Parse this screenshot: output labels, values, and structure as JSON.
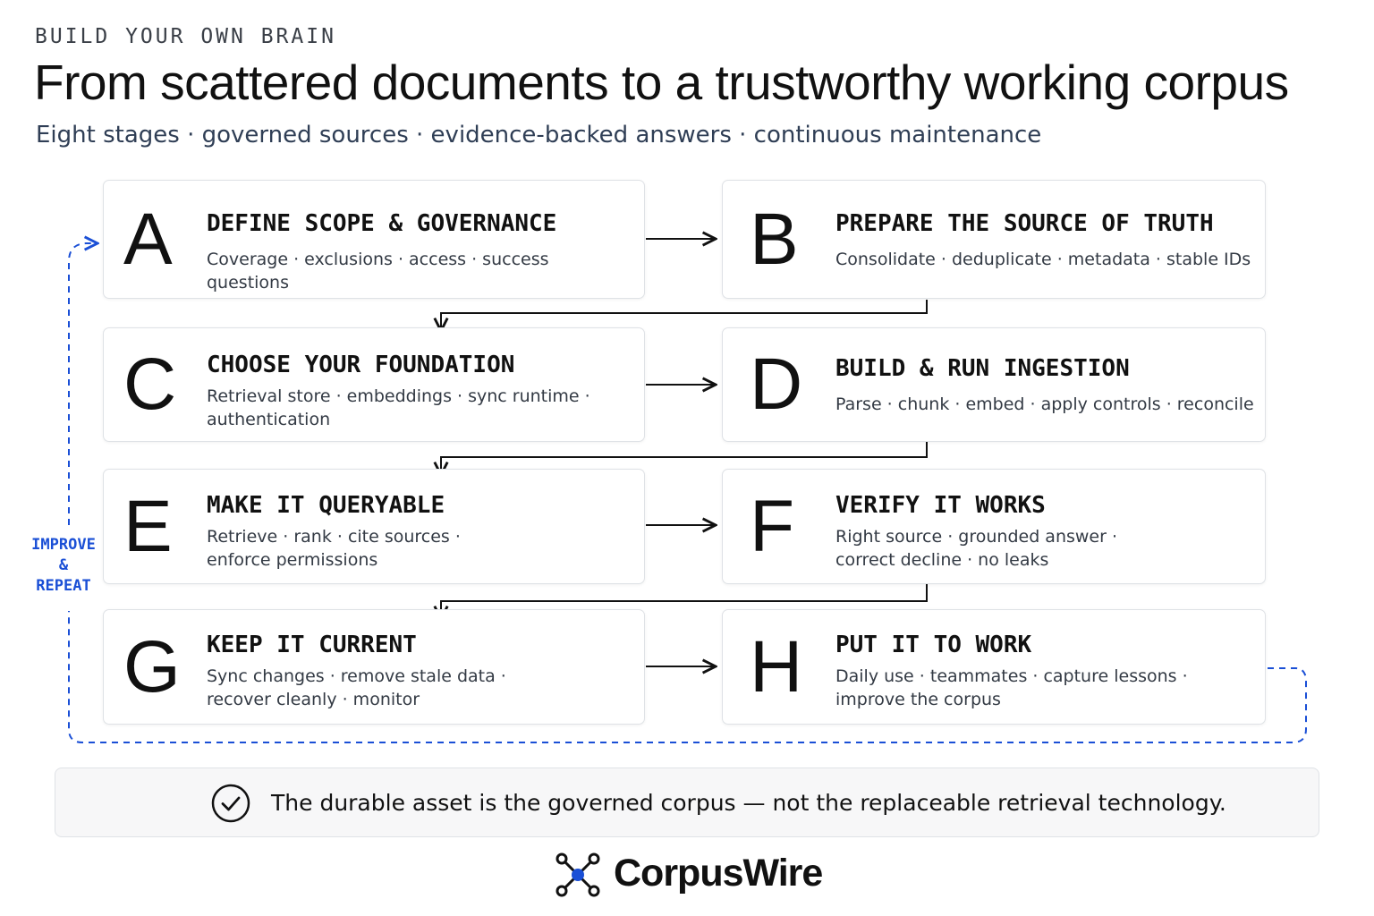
{
  "header": {
    "eyebrow": "BUILD YOUR OWN BRAIN",
    "title": "From scattered documents to a trustworthy working corpus",
    "subtitle": "Eight stages · governed sources · evidence-backed answers · continuous maintenance"
  },
  "stages": [
    {
      "letter": "A",
      "title": "DEFINE SCOPE & GOVERNANCE",
      "desc": "Coverage · exclusions · access · success questions"
    },
    {
      "letter": "B",
      "title": "PREPARE THE SOURCE OF TRUTH",
      "desc": "Consolidate · deduplicate · metadata · stable IDs"
    },
    {
      "letter": "C",
      "title": "CHOOSE YOUR FOUNDATION",
      "desc": "Retrieval store · embeddings · sync runtime · authentication"
    },
    {
      "letter": "D",
      "title": "BUILD & RUN INGESTION",
      "desc": "Parse · chunk · embed · apply controls · reconcile"
    },
    {
      "letter": "E",
      "title": "MAKE IT QUERYABLE",
      "desc": "Retrieve · rank · cite sources · enforce permissions"
    },
    {
      "letter": "F",
      "title": "VERIFY IT WORKS",
      "desc": "Right source · grounded answer · correct decline · no leaks"
    },
    {
      "letter": "G",
      "title": "KEEP IT CURRENT",
      "desc": "Sync changes · remove stale data · recover cleanly · monitor"
    },
    {
      "letter": "H",
      "title": "PUT IT TO WORK",
      "desc": "Daily use · teammates · capture lessons · improve the corpus"
    }
  ],
  "loop": {
    "line1": "IMPROVE",
    "line2": "&",
    "line3": "REPEAT",
    "color": "#1a4fd6"
  },
  "banner": {
    "text": "The durable asset is the governed corpus — not the replaceable retrieval technology."
  },
  "brand": {
    "name": "CorpusWire",
    "accent": "#1a4fd6",
    "icon": "network-node-icon"
  }
}
